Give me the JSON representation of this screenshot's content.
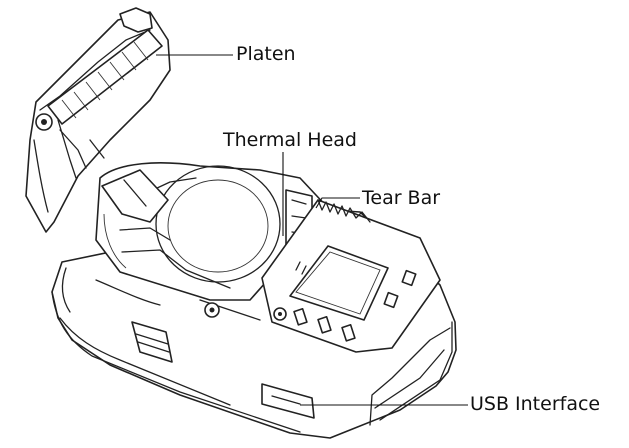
{
  "labels": {
    "platen": "Platen",
    "thermal_head": "Thermal Head",
    "tear_bar": "Tear Bar",
    "usb_interface": "USB Interface"
  },
  "colors": {
    "line": "#222222",
    "background": "#ffffff"
  }
}
